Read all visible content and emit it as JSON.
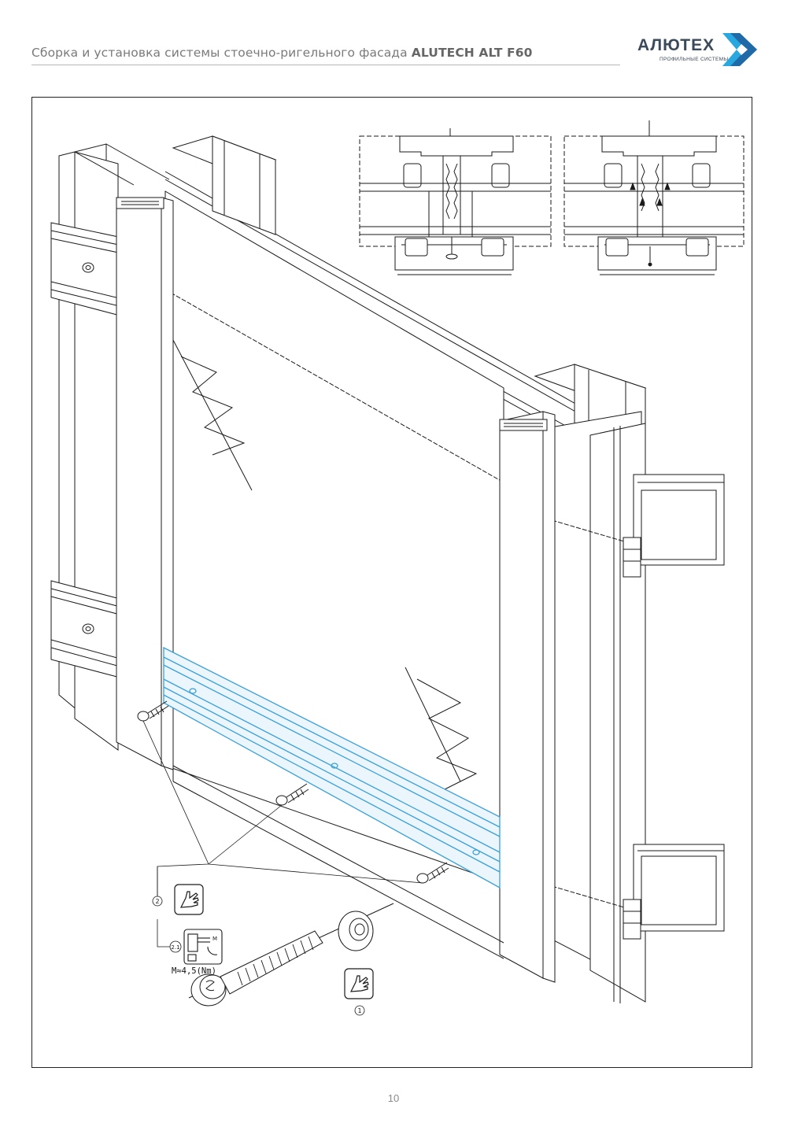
{
  "header": {
    "title_prefix": "Сборка и установка системы стоечно-ригельного фасада ",
    "title_bold": "ALUTECH ALT F60"
  },
  "logo": {
    "name": "АЛЮТЕХ",
    "tagline": "ПРОФИЛЬНЫЕ СИСТЕМЫ",
    "colors": {
      "text": "#3b4a5a",
      "mark_light": "#29a8e0",
      "mark_dark": "#1f5f9e"
    }
  },
  "callouts": {
    "step_1": "1",
    "step_2": "2",
    "step_2_1": "2.1",
    "torque": "M≈4,5(Nm)"
  },
  "icons": [
    "hand-pointing-icon",
    "screwdriver-torque-icon",
    "screw-icon",
    "washer-icon"
  ],
  "colors": {
    "highlight": "#3aa0d8",
    "line": "#1a1a1a"
  },
  "page_number": "10"
}
